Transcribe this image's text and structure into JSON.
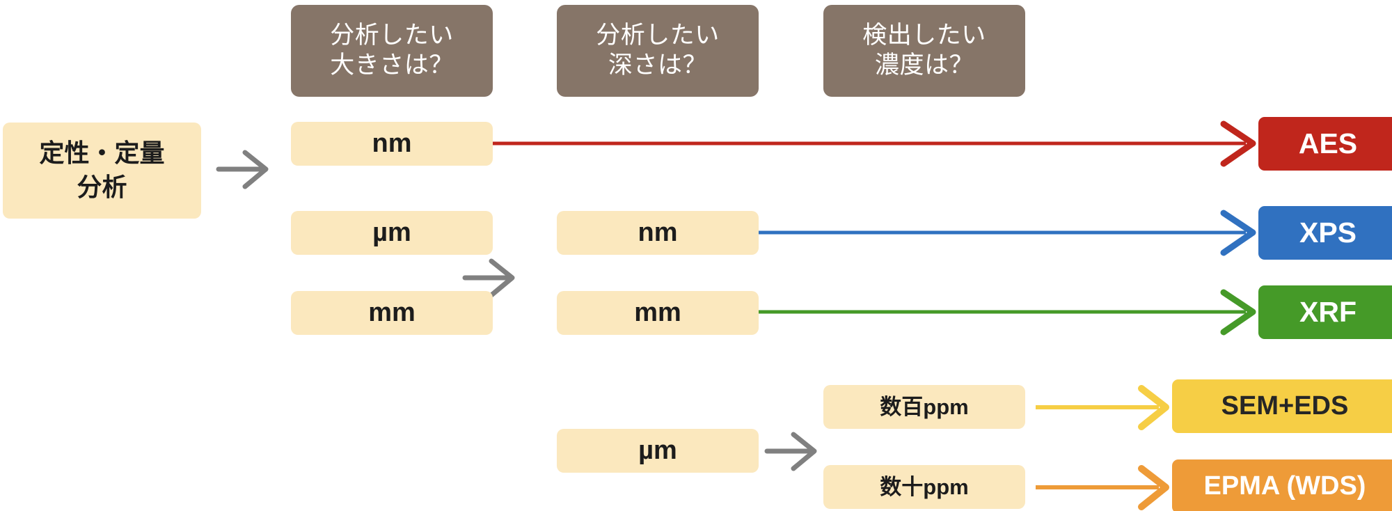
{
  "diagram": {
    "title_implicit": "",
    "palette": {
      "question_box": "#867568",
      "option_box": "#fbe8be",
      "grey_arrow": "#808080",
      "aes": "#c0261c",
      "xps": "#3071c0",
      "xrf": "#459a28",
      "sem_eds": "#f6ce45",
      "epma_wds": "#ee9b38",
      "text_dark": "#1c1c1c",
      "text_light": "#ffffff",
      "background": "#ffffff"
    },
    "start": {
      "label": "定性・定量\n分析"
    },
    "questions": [
      {
        "id": "size",
        "label": "分析したい\n大きさは？"
      },
      {
        "id": "depth",
        "label": "分析したい\n深さは？"
      },
      {
        "id": "conc",
        "label": "検出したい\n濃度は？"
      }
    ],
    "size_options": [
      {
        "id": "size-nm",
        "label": "nm"
      },
      {
        "id": "size-um",
        "label": "µm"
      },
      {
        "id": "size-mm",
        "label": "mm"
      }
    ],
    "depth_options": [
      {
        "id": "depth-nm",
        "label": "nm"
      },
      {
        "id": "depth-mm",
        "label": "mm"
      },
      {
        "id": "depth-um",
        "label": "µm"
      }
    ],
    "conc_options": [
      {
        "id": "conc-hundreds",
        "label": "数百ppm"
      },
      {
        "id": "conc-tens",
        "label": "数十ppm"
      }
    ],
    "results": [
      {
        "id": "aes",
        "label": "AES",
        "color": "#c0261c"
      },
      {
        "id": "xps",
        "label": "XPS",
        "color": "#3071c0"
      },
      {
        "id": "xrf",
        "label": "XRF",
        "color": "#459a28"
      },
      {
        "id": "sem",
        "label": "SEM+EDS",
        "color": "#f6ce45"
      },
      {
        "id": "epma",
        "label": "EPMA (WDS)",
        "color": "#ee9b38"
      }
    ],
    "connectors": [
      {
        "from": "size-nm",
        "to": "aes",
        "color": "#c0261c"
      },
      {
        "from": "depth-nm",
        "to": "xps",
        "color": "#3071c0"
      },
      {
        "from": "depth-mm",
        "to": "xrf",
        "color": "#459a28"
      },
      {
        "from": "conc-hundreds",
        "to": "sem",
        "color": "#f6ce45"
      },
      {
        "from": "conc-tens",
        "to": "epma",
        "color": "#ee9b38"
      },
      {
        "from": "start",
        "to": "size-options",
        "color": "#808080",
        "style": "chevron"
      },
      {
        "from": "size-options",
        "to": "depth-options",
        "color": "#808080",
        "style": "chevron"
      },
      {
        "from": "depth-um",
        "to": "conc-options",
        "color": "#808080",
        "style": "chevron"
      }
    ]
  }
}
